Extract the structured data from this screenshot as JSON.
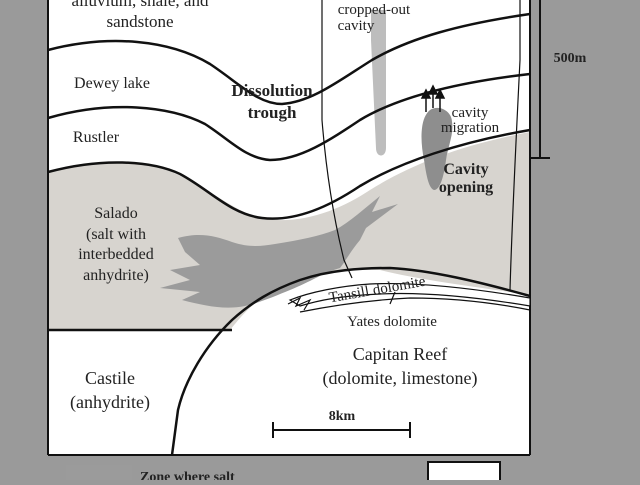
{
  "colors": {
    "background": "#9a9a9a",
    "panel": "#ffffff",
    "salt_zone": "#d7d4cf",
    "salt_dissolution": "#9b9b9b",
    "line": "#111111"
  },
  "labels": {
    "alluvium_line1": "alluvium, shale, and",
    "alluvium_line2": "sandstone",
    "dewey": "Dewey lake",
    "rustler": "Rustler",
    "trough1": "Dissolution",
    "trough2": "trough",
    "cropped1": "cropped-out",
    "cropped2": "cavity",
    "cavity_mig1": "cavity",
    "cavity_mig2": "migration",
    "cavity_open1": "Cavity",
    "cavity_open2": "opening",
    "salado1": "Salado",
    "salado2": "(salt with",
    "salado3": "interbedded",
    "salado4": "anhydrite)",
    "tansill": "Tansill dolomite",
    "yates": "Yates dolomite",
    "capitan1": "Capitan Reef",
    "capitan2": "(dolomite, limestone)",
    "castile1": "Castile",
    "castile2": "(anhydrite)",
    "scale_v": "500m",
    "scale_h": "8km",
    "legend_salt": "Zone where salt"
  }
}
